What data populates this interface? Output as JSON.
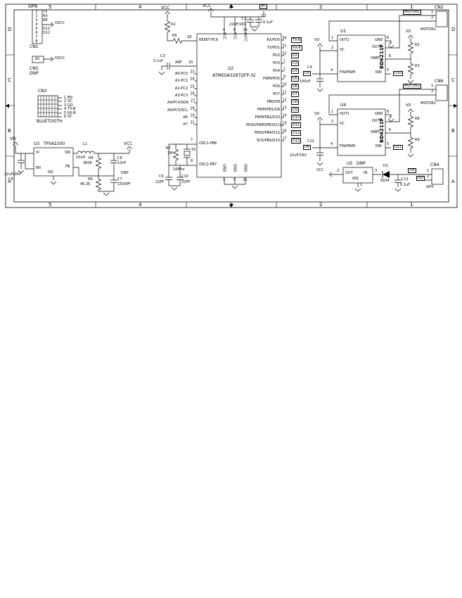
{
  "frame": {
    "columns": [
      "5",
      "4",
      "3",
      "2",
      "1"
    ],
    "rows": [
      "D",
      "C",
      "B",
      "A"
    ]
  },
  "cn1": {
    "title": "SIP8",
    "ref": "CN1",
    "net": "OVCC",
    "pins": [
      {
        "num": "1",
        "label": "TX"
      },
      {
        "num": "2",
        "label": "RX"
      },
      {
        "num": "3",
        "label": "RE"
      },
      {
        "num": "4",
        "label": ""
      },
      {
        "num": "5",
        "label": "D11"
      },
      {
        "num": "6",
        "label": "D12"
      },
      {
        "num": "7",
        "label": ""
      },
      {
        "num": "8",
        "label": ""
      }
    ]
  },
  "cn5": {
    "ref": "CN5",
    "dnp": "DNP",
    "pin": "A1",
    "net": "OVCC"
  },
  "cn3": {
    "ref": "CN3",
    "label": "BLUETOOTH",
    "pins": [
      {
        "num": "1",
        "label": "EN"
      },
      {
        "num": "2",
        "label": "VC"
      },
      {
        "num": "3",
        "label": "GD"
      },
      {
        "num": "4",
        "label": "TX-B"
      },
      {
        "num": "5",
        "label": "RX-B"
      },
      {
        "num": "6",
        "label": "ST"
      }
    ]
  },
  "power": {
    "net_vd": "VD",
    "net_vcc": "VCC",
    "u3": {
      "ref": "U3",
      "part": "TPS62200",
      "vi": "VI",
      "gd": "GD",
      "en": "EN",
      "sw": "SW",
      "fb": "FB"
    },
    "l1": {
      "ref": "L1",
      "value": "10uH"
    },
    "r4": {
      "ref": "R4",
      "value": "360K"
    },
    "r6": {
      "ref": "R6",
      "value": "40.2K"
    },
    "c6": {
      "ref": "C6",
      "value": "13nF"
    },
    "c7": {
      "ref": "C7",
      "value": "1500PF",
      "dnp": "DNP"
    },
    "c8": {
      "ref": "C8",
      "value": "22uF/16V"
    }
  },
  "mcu": {
    "ref": "U2",
    "part": "ATMEGA328TQFP-32",
    "reset": {
      "net_vcc": "VCC",
      "r1": "R1",
      "r5": "R5",
      "pin": "RESET-PC6",
      "num": "29"
    },
    "aref": {
      "c3": "C3",
      "c3_val": "0.1uF",
      "net": "ARF",
      "num": "20"
    },
    "left_pins": [
      {
        "name": "A0-PC0",
        "num": "23"
      },
      {
        "name": "A1-PC1",
        "num": "24"
      },
      {
        "name": "A2-PC2",
        "num": "25"
      },
      {
        "name": "A3-PC3",
        "num": "26"
      },
      {
        "name": "A4/PC4/SDA",
        "num": "27"
      },
      {
        "name": "A5/PC5/SCL",
        "num": "28"
      },
      {
        "name": "A6",
        "num": "19"
      },
      {
        "name": "A7",
        "num": "22"
      }
    ],
    "right_pins": [
      {
        "name": "RX/PD0",
        "num": "30",
        "net": "TX-B"
      },
      {
        "name": "TX/PD1",
        "num": "31",
        "net": "RX-B"
      },
      {
        "name": "PD2",
        "num": "32",
        "net": "D2"
      },
      {
        "name": "PD3",
        "num": "1",
        "net": "D3"
      },
      {
        "name": "PD4",
        "num": "2",
        "net": "D4"
      },
      {
        "name": "PWM/PD5",
        "num": "9",
        "net": "D5"
      },
      {
        "name": "PD6",
        "num": "10",
        "net": "D6"
      },
      {
        "name": "PD7",
        "num": "11",
        "net": "D7"
      },
      {
        "name": "PB0/D8",
        "num": "12",
        "net": "D8"
      },
      {
        "name": "PWM/PB1/D9",
        "num": "13",
        "net": "D9"
      },
      {
        "name": "PWM/PB2/D10",
        "num": "14",
        "net": "D10"
      },
      {
        "name": "MOSI/PWM/PB3/D11",
        "num": "15",
        "net": "D11"
      },
      {
        "name": "MISO/PB4/D12",
        "num": "16",
        "net": "D12"
      },
      {
        "name": "SCK/PB5/D13",
        "num": "17",
        "net": "D13"
      }
    ],
    "top": {
      "net_vcc": "VCC",
      "net_vc": "VC",
      "c1": "C1",
      "c1_val": "22uF/16V",
      "c2": "C2",
      "c2_val": "0.1uF",
      "pins": [
        {
          "name": "VCC",
          "num": "4"
        },
        {
          "name": "VCC",
          "num": "6"
        },
        {
          "name": "AVCC",
          "num": "18"
        }
      ]
    },
    "bottom": {
      "pins": [
        {
          "name": "GND",
          "num": "3"
        },
        {
          "name": "GND",
          "num": "5"
        },
        {
          "name": "GND",
          "num": "21"
        }
      ]
    },
    "osc": {
      "osc1": "OSC1-PB6",
      "osc1_num": "7",
      "osc2": "OSC2-PB7",
      "osc2_num": "8",
      "r7": "R7",
      "r7_val": "1M",
      "x1": "X1",
      "x1_val": "16Mhz",
      "c9": "C9",
      "c9_val": "22PF",
      "c10": "C10",
      "c10_val": "22PF"
    }
  },
  "drivers": [
    {
      "ref": "U1",
      "part": "BD6211F",
      "out1": "OUT1",
      "vc": "VC",
      "fin": "FIN/PWM",
      "gnd": "GND",
      "out2": "OUT2",
      "vref": "VREF",
      "rin": "RIN",
      "n_out1": "1",
      "n_vc": "2",
      "n_fin": "4",
      "n_gnd": "8",
      "n_out2": "7",
      "n_vref": "6",
      "n_rin": "5",
      "net_vd": "VD",
      "fin_net": "D5",
      "rin_net": "D10",
      "r_top": "R2",
      "r_bot": "R3",
      "cap": "C4",
      "cap_val": "100uF",
      "conn": {
        "ref": "CN2",
        "net": "MOTOR1",
        "label": "MOTOR1",
        "p1": "1",
        "p2": "2"
      }
    },
    {
      "ref": "U4",
      "part": "BD6211F",
      "out1": "OUT1",
      "vc": "VC",
      "fin": "FIN/PWM",
      "gnd": "GND",
      "out2": "OUT2",
      "vref": "VREF",
      "rin": "RIN",
      "n_out1": "1",
      "n_vc": "2",
      "n_fin": "4",
      "n_gnd": "8",
      "n_out2": "7",
      "n_vref": "6",
      "n_rin": "5",
      "net_vd": "VD",
      "fin_net": "D6",
      "rin_net": "D11",
      "r_top": "R8",
      "r_bot": "R9",
      "cap": "C12",
      "cap_val": "22uF/16V",
      "conn": {
        "ref": "CN6",
        "net": "MOTOR2",
        "label": "MOTOR2",
        "p1": "1",
        "p2": "2"
      }
    }
  ],
  "aux": {
    "u5": {
      "ref": "U5",
      "dnp": "DNP",
      "out": "OUT",
      "in": "IN",
      "adj": "ADJ",
      "n_out": "2",
      "n_in": "3",
      "n_adj": "1",
      "net_vcc": "VCC"
    },
    "d1": {
      "ref": "D1",
      "value": "SS34"
    },
    "c11": {
      "ref": "C11",
      "value": "0.1uF"
    },
    "net_vm": "VM",
    "net_gd": "GD",
    "cn4": {
      "ref": "CN4",
      "label": "SIP2",
      "p1": "1",
      "p2": "2"
    }
  }
}
